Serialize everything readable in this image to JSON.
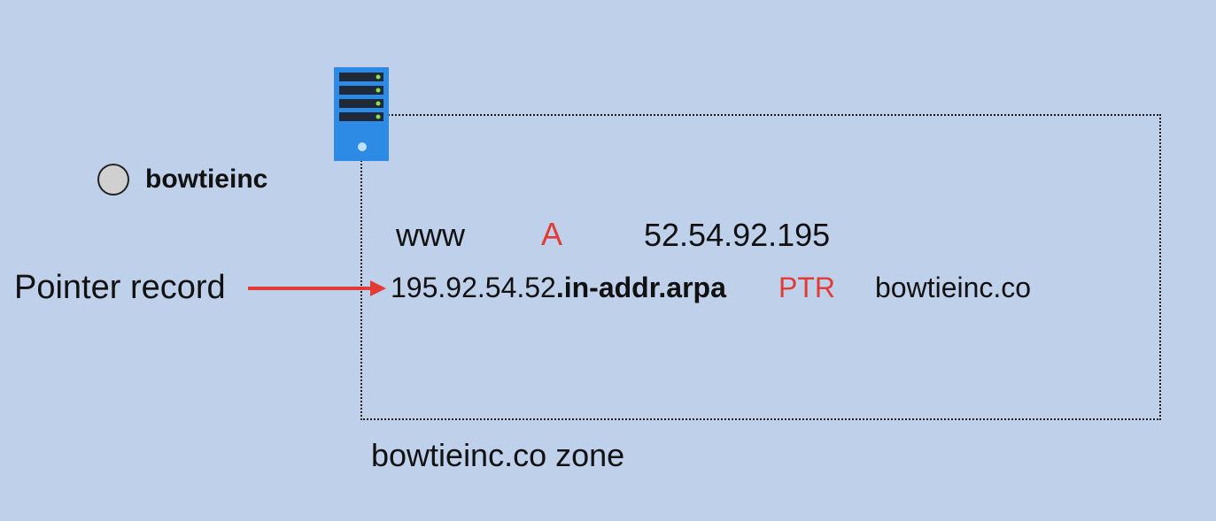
{
  "organization": {
    "name": "bowtieinc"
  },
  "zone": {
    "label": "bowtieinc.co zone"
  },
  "records": {
    "a_record": {
      "name": "www",
      "type": "A",
      "value": "52.54.92.195"
    },
    "ptr_record": {
      "ip_part": "195.92.54.52",
      "suffix": ".in-addr.arpa",
      "type": "PTR",
      "value": "bowtieinc.co"
    }
  },
  "annotation": {
    "pointer_label": "Pointer record"
  },
  "colors": {
    "background": "#bed0ea",
    "record_type": "#e23b35",
    "arrow": "#e23b35",
    "server_body": "#2d8be6",
    "server_led": "#8ee04a"
  },
  "icons": {
    "server": "server-icon",
    "organization": "circle-icon",
    "arrow": "arrow-right-icon"
  }
}
